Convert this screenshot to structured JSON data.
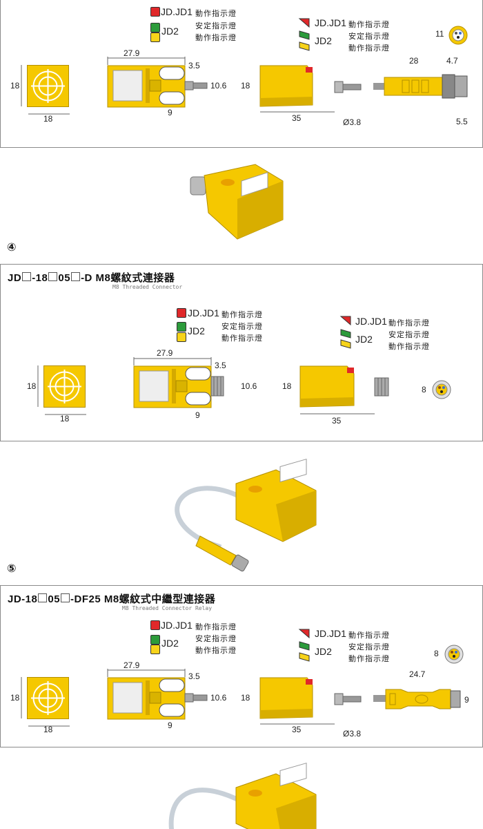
{
  "colors": {
    "sensor_yellow": "#f5c800",
    "sensor_dark": "#c9a000",
    "led_red": "#e0282a",
    "led_green": "#2c9b3b",
    "led_yellow": "#f7d31a",
    "border": "#8a8a8a",
    "cable": "#c8d0d8"
  },
  "leds": {
    "jd1_label": "JD.JD1",
    "jd1_desc": "動作指示燈",
    "jd2_label": "JD2",
    "jd2_desc1": "安定指示燈",
    "jd2_desc2": "動作指示燈"
  },
  "panel3": {
    "dims": {
      "face_h": "18",
      "face_w": "18",
      "body_w": "27.9",
      "gap": "3.5",
      "thread": "10.6",
      "slot": "9",
      "side_h": "18",
      "length": "35",
      "cable_d": "Ø3.8",
      "conn_len": "28",
      "conn_ring": "4.7",
      "conn_d": "5.5",
      "pin_d": "11"
    }
  },
  "panel4": {
    "number": "④",
    "title_parts": [
      "JD",
      "-18",
      "05",
      "-D  M8螺紋式連接器"
    ],
    "subtitle": "M8 Threaded Connector",
    "dims": {
      "face_h": "18",
      "face_w": "18",
      "body_w": "27.9",
      "gap": "3.5",
      "thread": "10.6",
      "slot": "9",
      "side_h": "18",
      "length": "35",
      "pin_d": "8"
    }
  },
  "panel5": {
    "number": "⑤",
    "title_parts": [
      "JD-18",
      "05",
      "-DF25  M8螺紋式中繼型連接器"
    ],
    "subtitle": "M8 Threaded Connector Relay",
    "dims": {
      "face_h": "18",
      "face_w": "18",
      "body_w": "27.9",
      "gap": "3.5",
      "thread": "10.6",
      "slot": "9",
      "side_h": "18",
      "length": "35",
      "cable_d": "Ø3.8",
      "conn_len": "24.7",
      "conn_d": "9",
      "pin_d": "8"
    }
  }
}
